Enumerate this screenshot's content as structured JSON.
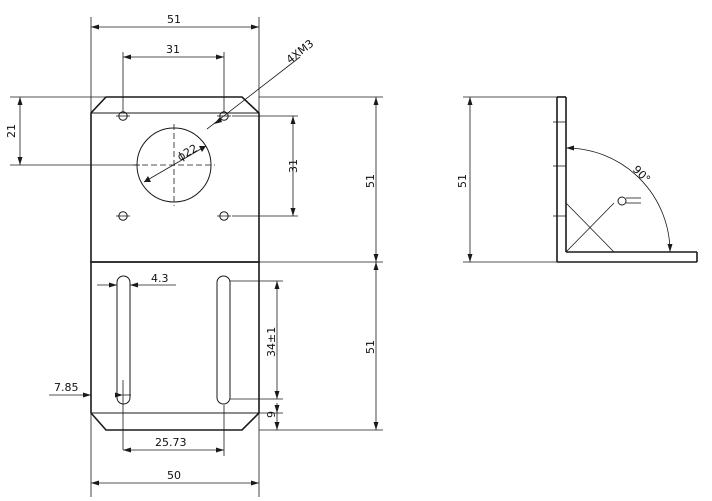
{
  "title": "",
  "front_view": {
    "top_width": "51",
    "hole_spacing_h": "31",
    "screw_callout": "4XM3",
    "left_offset": "21",
    "hole_spacing_v": "31",
    "upper_height": "51",
    "center_diameter": "ϕ22",
    "slot_width": "4.3",
    "slot_length": "34±1",
    "lower_height": "51",
    "slot_edge_offset": "7.85",
    "slot_bottom_offset": "9",
    "slot_spacing": "25.73",
    "bottom_width": "50"
  },
  "side_view": {
    "height": "51",
    "angle": "90°"
  }
}
